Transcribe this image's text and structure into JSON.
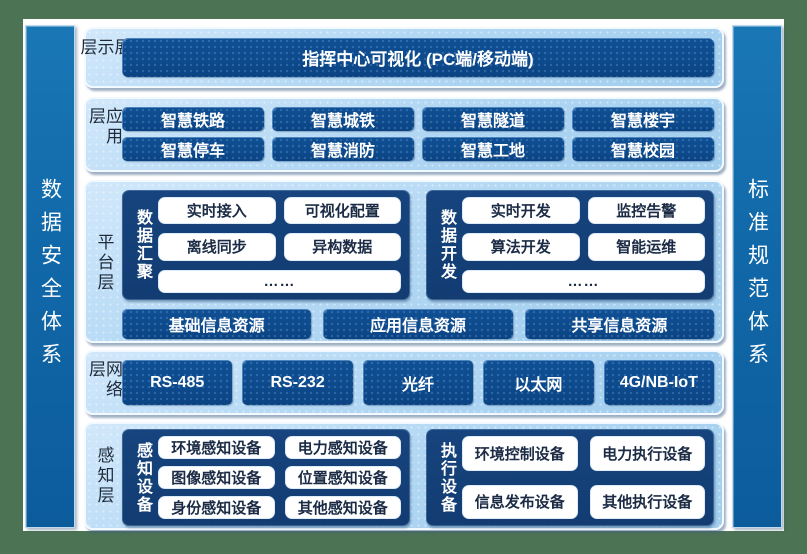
{
  "side_bars": {
    "left": "数据安全体系",
    "right": "标准规范体系"
  },
  "layers": [
    {
      "label": "展示层",
      "banner": "指挥中心可视化 (PC端/移动端)"
    },
    {
      "label": "应用层",
      "buttons": [
        "智慧铁路",
        "智慧城铁",
        "智慧隧道",
        "智慧楼宇",
        "智慧停车",
        "智慧消防",
        "智慧工地",
        "智慧校园"
      ]
    },
    {
      "label": "平台层",
      "groups": [
        {
          "label": "数据汇聚",
          "pills": [
            "实时接入",
            "可视化配置",
            "离线同步",
            "异构数据"
          ],
          "more": "……"
        },
        {
          "label": "数据开发",
          "pills": [
            "实时开发",
            "监控告警",
            "算法开发",
            "智能运维"
          ],
          "more": "……"
        }
      ],
      "resources": [
        "基础信息资源",
        "应用信息资源",
        "共享信息资源"
      ]
    },
    {
      "label": "网络层",
      "buttons": [
        "RS-485",
        "RS-232",
        "光纤",
        "以太网",
        "4G/NB-IoT"
      ]
    },
    {
      "label": "感知层",
      "groups": [
        {
          "label": "感知设备",
          "pills": [
            "环境感知设备",
            "电力感知设备",
            "图像感知设备",
            "位置感知设备",
            "身份感知设备",
            "其他感知设备"
          ]
        },
        {
          "label": "执行设备",
          "pills": [
            "环境控制设备",
            "电力执行设备",
            "信息发布设备",
            "其他执行设备"
          ]
        }
      ]
    }
  ],
  "colors": {
    "frame_green": "#4c7353",
    "panel_light_blue": "#b3d8f4",
    "box_dark_blue": "#0d4a8c",
    "group_navy": "#16427c",
    "pillar_blue": "#1168a8",
    "pill_white": "#ffffff",
    "text_dark": "#1e2b3a"
  }
}
